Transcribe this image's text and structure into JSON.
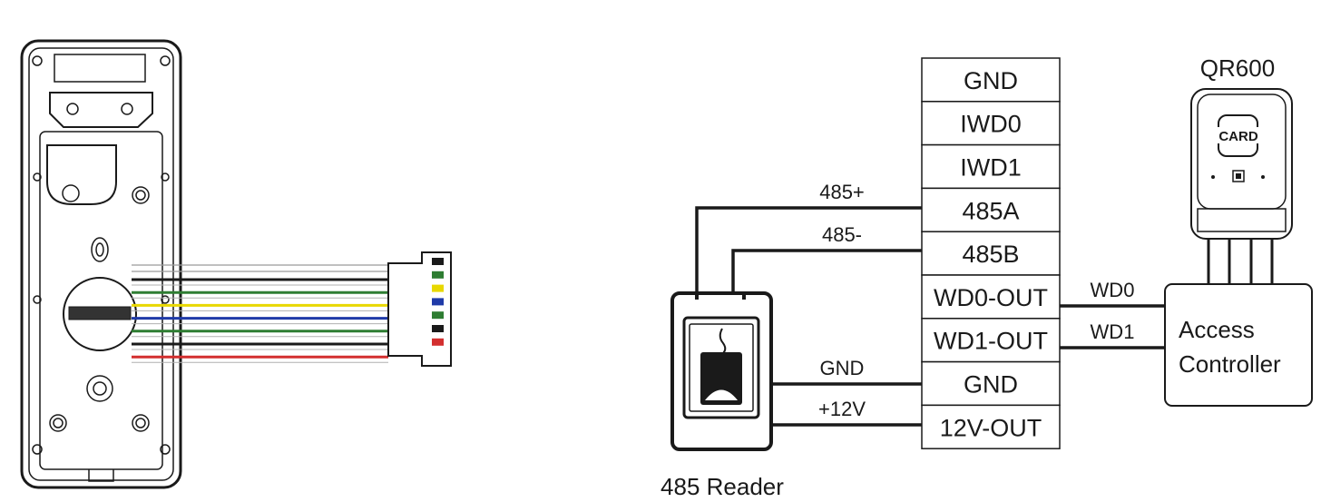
{
  "terminal_block": {
    "terminals": [
      "GND",
      "IWD0",
      "IWD1",
      "485A",
      "485B",
      "WD0-OUT",
      "WD1-OUT",
      "GND",
      "12V-OUT"
    ]
  },
  "wires": {
    "rs485_plus": "485+",
    "rs485_minus": "485-",
    "gnd": "GND",
    "power": "+12V",
    "wd0": "WD0",
    "wd1": "WD1"
  },
  "reader": {
    "label": "485 Reader"
  },
  "qr_reader": {
    "title": "QR600",
    "card_label": "CARD"
  },
  "access_controller": {
    "line1": "Access",
    "line2": "Controller"
  },
  "harness_colors": [
    "#1a1a1a",
    "#2e7d32",
    "#e8d800",
    "#1f3aa8",
    "#2e7d32",
    "#1a1a1a",
    "#d32f2f"
  ],
  "accent_colors": {
    "outline": "#1a1a1a",
    "panel": "#ffffff"
  }
}
